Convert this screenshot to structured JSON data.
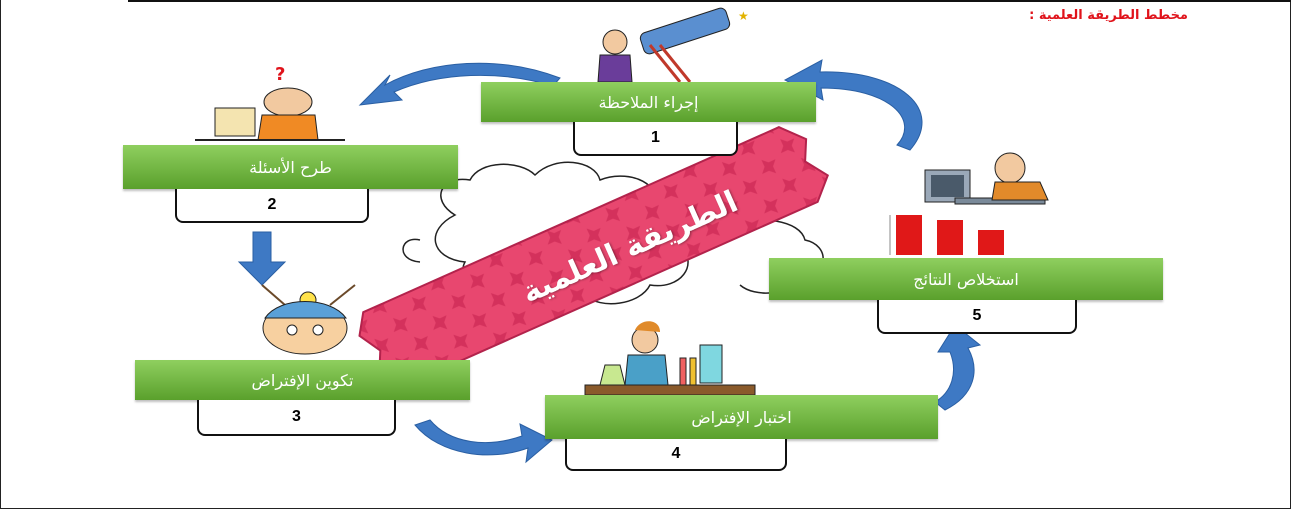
{
  "heading": "مخطط الطريقة العلمية :",
  "center_label": "الطريقة العلمية",
  "steps": [
    {
      "label": "إجراء الملاحظة",
      "number": "1"
    },
    {
      "label": "طرح الأسئلة",
      "number": "2"
    },
    {
      "label": "تكوين الإفتراض",
      "number": "3"
    },
    {
      "label": "اختبار الإفتراض",
      "number": "4"
    },
    {
      "label": "استخلاص النتائج",
      "number": "5"
    }
  ],
  "colors": {
    "banner_green": "#6cb33f",
    "arrow_blue": "#3e79c4",
    "center_pink": "#e23c6e",
    "heading_red": "#e0131b",
    "bar_red": "#e01818"
  },
  "icons": [
    "telescope-icon",
    "question-person-icon",
    "lightbulb-thinker-icon",
    "chemist-icon",
    "computer-scientist-icon",
    "results-bar-chart-icon"
  ]
}
